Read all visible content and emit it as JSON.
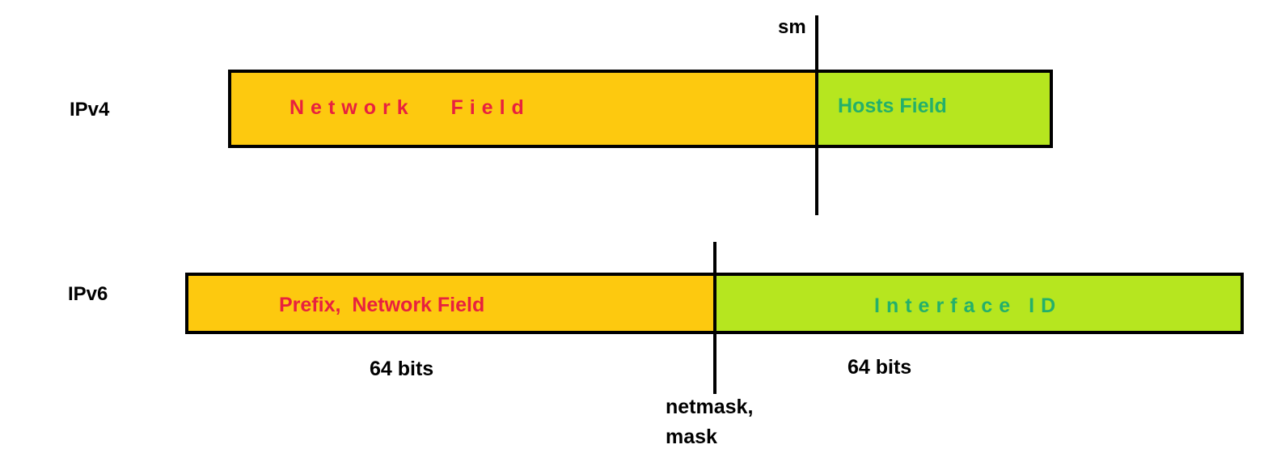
{
  "colors": {
    "network": "#FDC90F",
    "hosts": "#B6E61F",
    "network_text": "#E8213F",
    "hosts_text": "#24B06A",
    "border": "#000000"
  },
  "ipv4": {
    "label": "IPv4",
    "network_field": "Network   Field",
    "hosts_field": "Hosts Field",
    "divider_label": "sm"
  },
  "ipv6": {
    "label": "IPv6",
    "prefix_field": "Prefix,  Network Field",
    "interface_field": "Interface ID",
    "left_bits": "64 bits",
    "right_bits": "64 bits",
    "divider_label_line1": "netmask,",
    "divider_label_line2": "mask"
  }
}
